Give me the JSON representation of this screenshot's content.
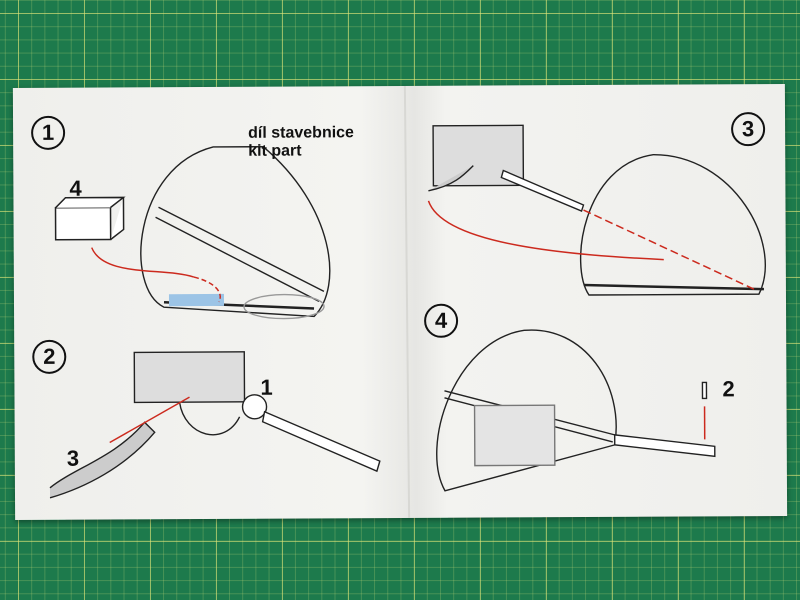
{
  "steps": [
    "1",
    "2",
    "3",
    "4"
  ],
  "kit_label": {
    "cz": "díl stavebnice",
    "en": "kit part"
  },
  "part_numbers": {
    "step1_part": "4",
    "step2_gun": "1",
    "step2_belt": "3",
    "step4_part": "2"
  },
  "colors": {
    "mat": "#1d7a4c",
    "paper": "#f1f1ee",
    "arrow": "#cc2a1e",
    "highlight": "#9cc4e6"
  }
}
